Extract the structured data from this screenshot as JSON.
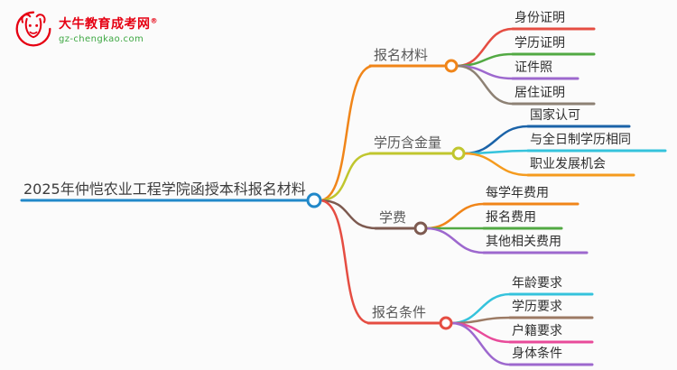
{
  "logo": {
    "title": "大牛教育成考网",
    "reg": "®",
    "subtitle": "gz-chengkao.com",
    "brand_color": "#e60012",
    "subtitle_color": "#3da742"
  },
  "root": {
    "label": "2025年仲恺农业工程学院函授本科报名材料",
    "color": "#2188c9"
  },
  "branches": [
    {
      "label": "报名材料",
      "color": "#f08519",
      "children": [
        {
          "label": "身份证明",
          "color": "#e54d42"
        },
        {
          "label": "学历证明",
          "color": "#52a943"
        },
        {
          "label": "证件照",
          "color": "#9d68ce"
        },
        {
          "label": "居住证明",
          "color": "#8d8174"
        }
      ]
    },
    {
      "label": "学历含金量",
      "color": "#c0c62e",
      "children": [
        {
          "label": "国家认可",
          "color": "#1b63a8"
        },
        {
          "label": "与全日制学历相同",
          "color": "#35c3dc"
        },
        {
          "label": "职业发展机会",
          "color": "#f59b1e"
        }
      ]
    },
    {
      "label": "学费",
      "color": "#7d5a50",
      "children": [
        {
          "label": "每学年费用",
          "color": "#f08519"
        },
        {
          "label": "报名费用",
          "color": "#52a943"
        },
        {
          "label": "其他相关费用",
          "color": "#9d68ce"
        }
      ]
    },
    {
      "label": "报名条件",
      "color": "#e54d42",
      "children": [
        {
          "label": "年龄要求",
          "color": "#35c3dc"
        },
        {
          "label": "学历要求",
          "color": "#9c7a64"
        },
        {
          "label": "户籍要求",
          "color": "#e84b9a"
        },
        {
          "label": "身体条件",
          "color": "#9d68ce"
        }
      ]
    }
  ]
}
